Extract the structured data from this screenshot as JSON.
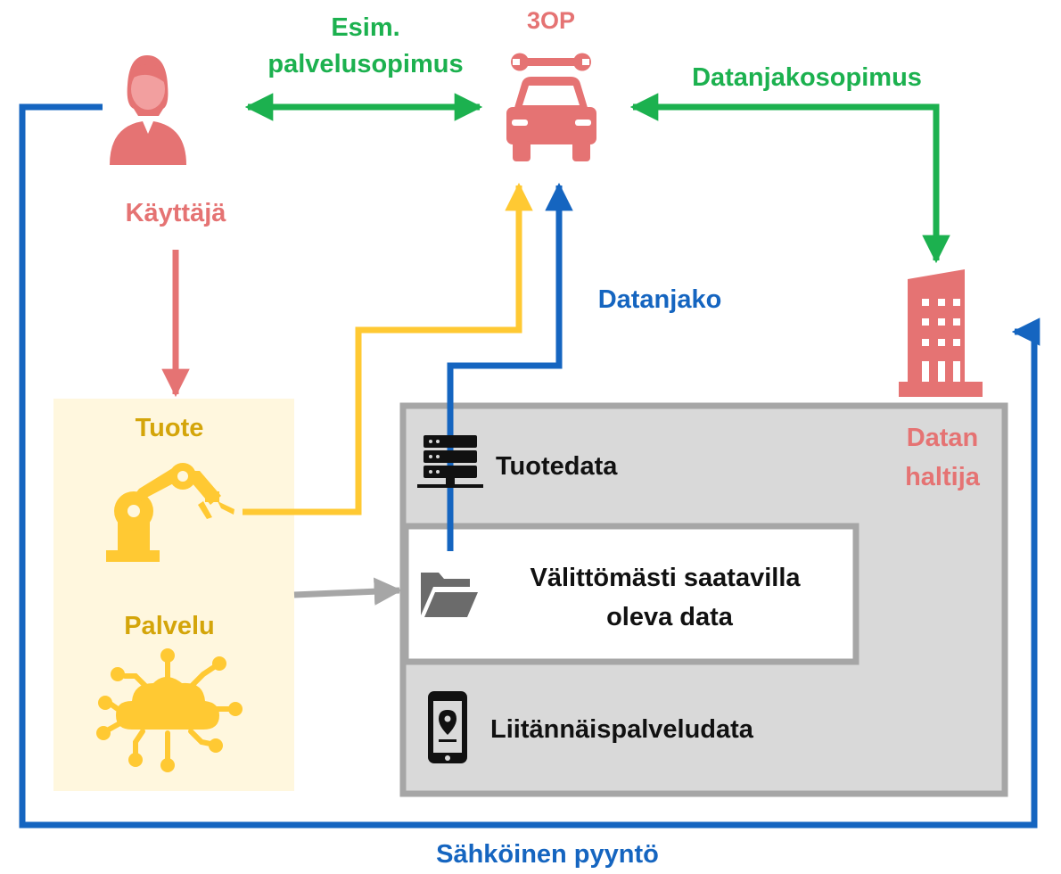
{
  "colors": {
    "pink": "#E57373",
    "green": "#1CB14F",
    "blue": "#1565C0",
    "yellow": "#FFC933",
    "gold_text": "#D4A50A",
    "panel_bg": "#FFF7DE",
    "gray_box": "#D9D9D9",
    "gray_border": "#A6A6A6",
    "black": "#111111"
  },
  "labels": {
    "agreement": [
      "Esim.",
      "palvelusopimus"
    ],
    "third_party": "3OP",
    "data_sharing_agreement": "Datanjakosopimus",
    "user": "Käyttäjä",
    "data_sharing": "Datanjako",
    "product": "Tuote",
    "service": "Palvelu",
    "product_data": "Tuotedata",
    "data_holder": [
      "Datan",
      "haltija"
    ],
    "readily_available": [
      "Välittömästi saatavilla",
      "oleva data"
    ],
    "related_service_data": "Liitännäispalveludata",
    "electronic_request": "Sähköinen pyyntö"
  },
  "icons": {
    "user": "businesswoman-icon",
    "third_party": "car-wrench-icon",
    "data_holder": "office-building-icon",
    "product": "robot-arm-icon",
    "service": "cloud-network-icon",
    "product_data": "server-rack-icon",
    "readily_available": "open-folder-icon",
    "related_service_data": "phone-location-icon"
  }
}
